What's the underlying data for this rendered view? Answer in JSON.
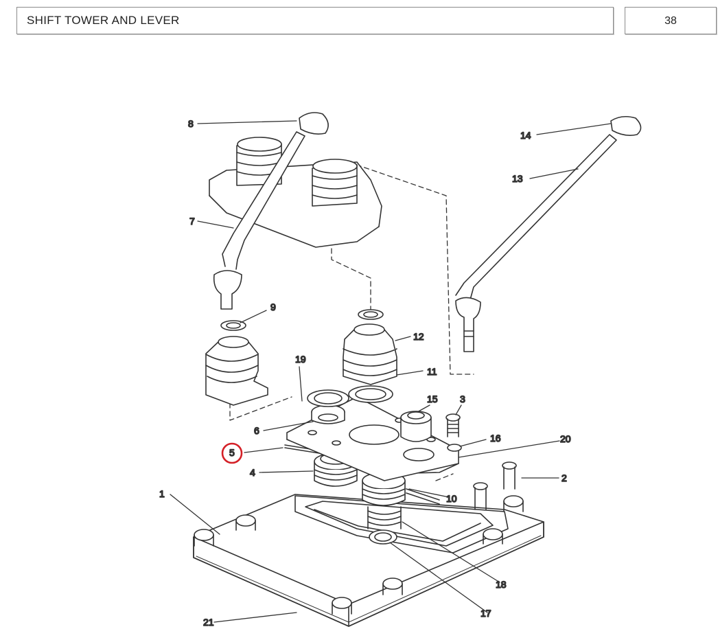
{
  "header": {
    "title": "SHIFT TOWER AND LEVER",
    "page_number": "38"
  },
  "callouts": {
    "c1": "1",
    "c2": "2",
    "c3": "3",
    "c4": "4",
    "c5": "5",
    "c6": "6",
    "c7": "7",
    "c8": "8",
    "c9": "9",
    "c10": "10",
    "c11": "11",
    "c12": "12",
    "c13": "13",
    "c14": "14",
    "c15": "15",
    "c16": "16",
    "c17": "17",
    "c18": "18",
    "c19": "19",
    "c20": "20",
    "c21": "21"
  },
  "highlight": {
    "callout": "5",
    "color": "#d42027"
  },
  "colors": {
    "line": "#333333",
    "fill": "#ffffff",
    "frame": "#8a8a8a"
  }
}
